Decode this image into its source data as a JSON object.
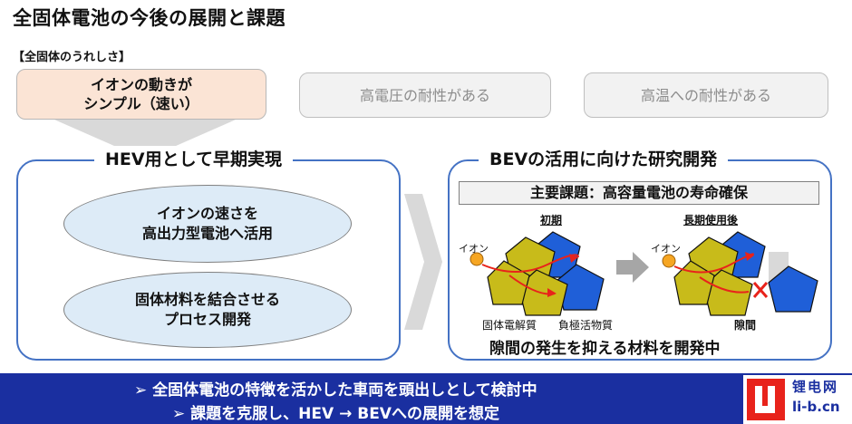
{
  "title": "全固体電池の今後の展開と課題",
  "subtitle": "【全固体のうれしさ】",
  "merits": [
    {
      "line1": "イオンの動きが",
      "line2": "シンプル（速い）"
    },
    {
      "label": "高電圧の耐性がある"
    },
    {
      "label": "高温への耐性がある"
    }
  ],
  "left_panel": {
    "heading": "HEV用として早期実現",
    "items": [
      {
        "line1": "イオンの速さを",
        "line2": "高出力型電池へ活用"
      },
      {
        "line1": "固体材料を結合させる",
        "line2": "プロセス開発"
      }
    ]
  },
  "right_panel": {
    "heading": "BEVの活用に向けた研究開発",
    "task": "主要課題：高容量電池の寿命確保",
    "initial_label": "初期",
    "longterm_label": "長期使用後",
    "ion_label_1": "イオン",
    "ion_label_2": "イオン",
    "electrolyte_label": "固体電解質",
    "active_label": "負極活物質",
    "gap_label": "隙間",
    "conclusion": "隙間の発生を抑える材料を開発中"
  },
  "bottom": {
    "line1": "➢ 全固体電池の特徴を活かした車両を頭出しとして検討中",
    "line2": "➢ 課題を克服し、HEV → BEVへの展開を想定"
  },
  "watermark": {
    "cn": "锂电网",
    "url": "li-b.cn"
  },
  "colors": {
    "panel_border": "#4472c4",
    "ellipse_fill": "#ddebf7",
    "electrolyte": "#c8bb1a",
    "active_material": "#1f5fd8",
    "bottom_bar": "#1a2fa0",
    "arrow": "#e8231b"
  }
}
